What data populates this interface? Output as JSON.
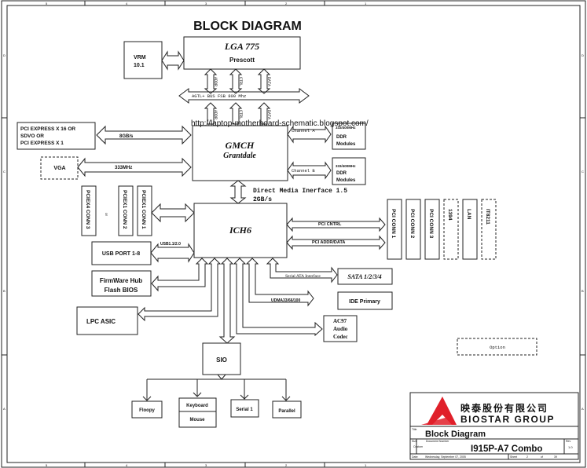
{
  "title": "BLOCK DIAGRAM",
  "watermark": "http://laptop-motherboard-schematic.blogspot.com/",
  "border": {
    "columns": [
      "5",
      "4",
      "3",
      "2",
      "1"
    ],
    "rows": [
      "D",
      "C",
      "B",
      "A"
    ]
  },
  "blocks": {
    "cpu": {
      "line1": "LGA 775",
      "line2": "Prescott"
    },
    "vrm": {
      "line1": "VRM",
      "line2": "10.1"
    },
    "fsb_signals": [
      "ADDR",
      "CTRL",
      "DATA"
    ],
    "fsb_bus": "AGTL+ BUS FSB 800 Mhz",
    "pcie_gfx": {
      "lines": [
        "PCI EXPRESS X 16 OR",
        "SDVO OR",
        "PCI EXPRESS X 1"
      ],
      "bus": "8GB/s"
    },
    "vga": {
      "label": "VGA",
      "bus": "333MHz"
    },
    "gmch": {
      "line1": "GMCH",
      "line2": "Grantdale"
    },
    "ddr_a": {
      "channel": "Channel A",
      "lines": [
        "333/400MHz",
        "DDR",
        "Modules"
      ]
    },
    "ddr_b": {
      "channel": "Channel B",
      "lines": [
        "333/400MHz",
        "DDR",
        "Modules"
      ]
    },
    "dmi": {
      "line1": "Direct Media Inerface 1.5",
      "line2": "2GB/s"
    },
    "ich": {
      "label": "ICH6"
    },
    "pcie_slots": [
      "PCIEX4 CONN 3",
      "PCIEX1 CONN 2",
      "PCIEX1 CONN 1"
    ],
    "or_label": "or",
    "pci_buses": [
      "PCI CNTRL",
      "PCI ADDR/DATA"
    ],
    "pci_slots": [
      "PCI CONN 1",
      "PCI CONN 2",
      "PCI CONN 3"
    ],
    "optional_slots": [
      "1394",
      "LAN",
      "IT8211"
    ],
    "usb": {
      "label": "USB PORT 1-8",
      "bus": "USB1.1/2.0"
    },
    "fwh": {
      "line1": "FirmWare Hub",
      "line2": "Flash BIOS"
    },
    "lpc": {
      "label": "LPC ASIC"
    },
    "sata": {
      "label": "SATA 1/2/3/4",
      "bus": "Serial ATA Interface"
    },
    "ide": {
      "label": "IDE Primary",
      "bus": "UDMA33/66/100"
    },
    "ac97": {
      "lines": [
        "AC97",
        "Audio",
        "Codec"
      ]
    },
    "sio": {
      "label": "SIO"
    },
    "sio_devices": [
      "Floopy",
      "Keyboard",
      "Serial 1",
      "Parallel"
    ],
    "mouse": "Mouse",
    "option": "Option"
  },
  "titleblock": {
    "company_cn": "映泰股份有限公司",
    "company_en": "BIOSTAR GROUP",
    "logo_color": "#e0202a",
    "title_label": "Title",
    "title": "Block Diagram",
    "size_label": "Size",
    "size": "Custom",
    "docnum_label": "Document Number",
    "docnum": "I915P-A7 Combo",
    "rev_label": "Rev",
    "rev": "1.0",
    "date_label": "Date:",
    "date": "Wednesday, September 07, 2005",
    "sheet_label": "Sheet",
    "sheet": "2",
    "of_label": "of",
    "sheets": "39"
  }
}
